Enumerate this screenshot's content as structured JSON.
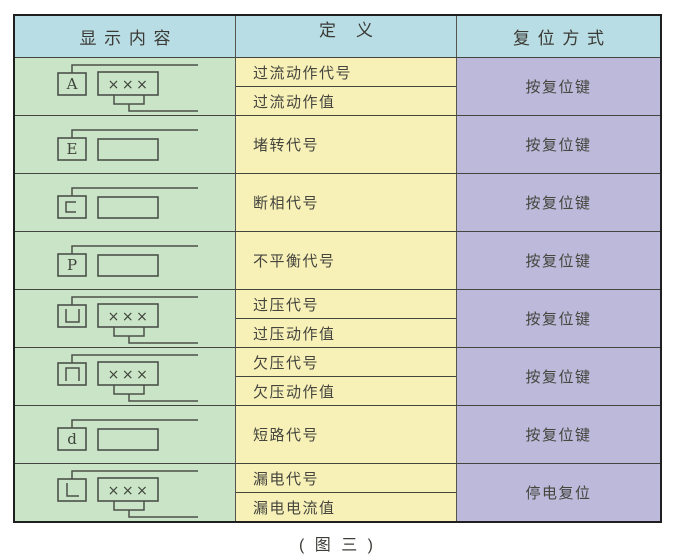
{
  "colors": {
    "header_bg": "#b9dde4",
    "display_col_bg": "#c9e4c6",
    "definition_col_bg": "#f7f1b8",
    "reset_col_bg": "#bcb9da",
    "outer_border": "#1f1f1f",
    "inner_border": "#45453f",
    "column_border": "#55554d",
    "icon_stroke": "#4c514a",
    "page_bg": "#ffffff"
  },
  "caption": "( 图 三 )",
  "table": {
    "headers": [
      "显示内容",
      "定 义",
      "复位方式"
    ],
    "rows": [
      {
        "display": {
          "code": "A",
          "code_glyph": "letter-a",
          "value": "×××",
          "diagram": "code-box-with-value-box-and-connector"
        },
        "definitions": [
          "过流动作代号",
          "过流动作值"
        ],
        "reset": "按复位键"
      },
      {
        "display": {
          "code": "E",
          "code_glyph": "letter-e",
          "value": "",
          "diagram": "code-box-with-empty-box"
        },
        "definitions": [
          "堵转代号"
        ],
        "reset": "按复位键"
      },
      {
        "display": {
          "code": "c",
          "code_glyph": "segment-c-open-right-square",
          "value": "",
          "diagram": "code-box-with-empty-box"
        },
        "definitions": [
          "断相代号"
        ],
        "reset": "按复位键"
      },
      {
        "display": {
          "code": "P",
          "code_glyph": "letter-p",
          "value": "",
          "diagram": "code-box-with-empty-box"
        },
        "definitions": [
          "不平衡代号"
        ],
        "reset": "按复位键"
      },
      {
        "display": {
          "code": "凵",
          "code_glyph": "open-top-square",
          "value": "×××",
          "diagram": "code-box-with-value-box-and-connector"
        },
        "definitions": [
          "过压代号",
          "过压动作值"
        ],
        "reset": "按复位键"
      },
      {
        "display": {
          "code": "冂",
          "code_glyph": "open-bottom-square",
          "value": "×××",
          "diagram": "code-box-with-value-box-and-connector"
        },
        "definitions": [
          "欠压代号",
          "欠压动作值"
        ],
        "reset": "按复位键"
      },
      {
        "display": {
          "code": "d",
          "code_glyph": "letter-d",
          "value": "",
          "diagram": "code-box-with-empty-box"
        },
        "definitions": [
          "短路代号"
        ],
        "reset": "按复位键"
      },
      {
        "display": {
          "code": "L",
          "code_glyph": "segment-l",
          "value": "×××",
          "diagram": "code-box-with-value-box-and-connector"
        },
        "definitions": [
          "漏电代号",
          "漏电电流值"
        ],
        "reset": "停电复位"
      }
    ]
  }
}
